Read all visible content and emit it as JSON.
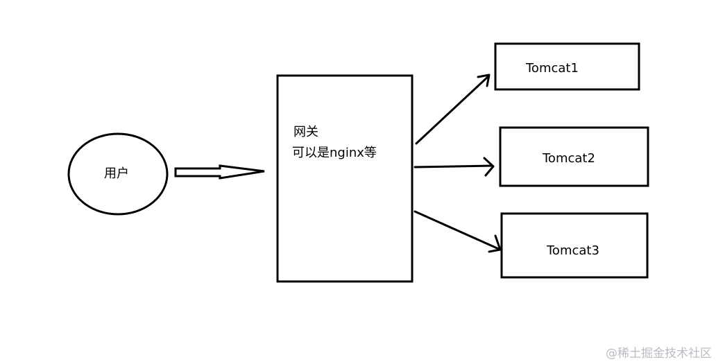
{
  "nodes": {
    "user": {
      "label": "用户"
    },
    "gateway": {
      "title": "网关",
      "description": "可以是nginx等"
    },
    "tomcat1": {
      "label": "Tomcat1"
    },
    "tomcat2": {
      "label": "Tomcat2"
    },
    "tomcat3": {
      "label": "Tomcat3"
    }
  },
  "watermark": "@稀土掘金技术社区",
  "colors": {
    "stroke": "#000000",
    "background": "#ffffff",
    "watermark": "#b8bcc4"
  }
}
